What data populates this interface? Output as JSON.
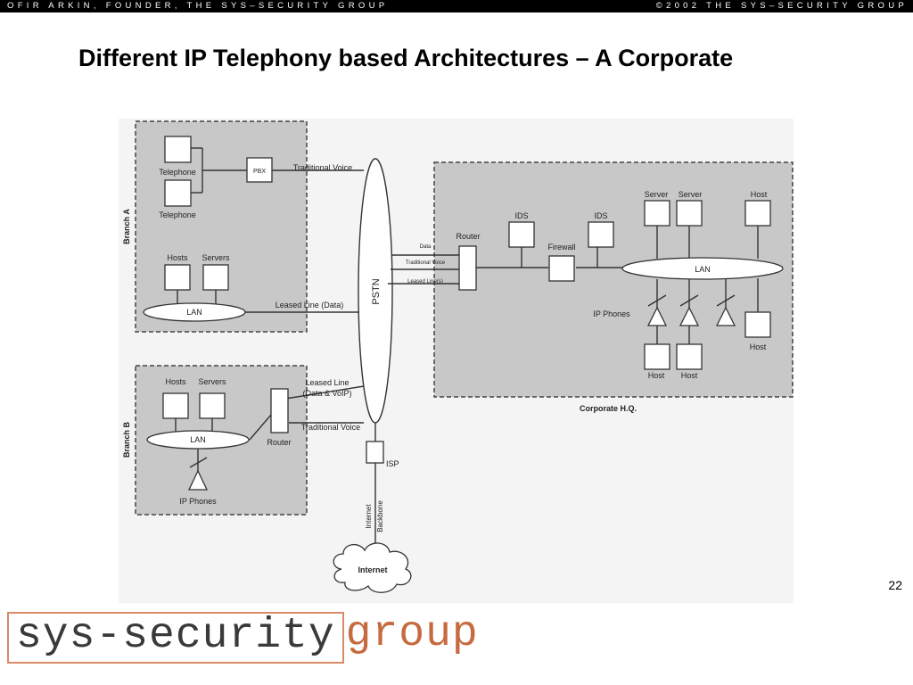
{
  "header": {
    "left_text": "OFIR ARKIN, FOUNDER, THE SYS–SECURITY GROUP",
    "right_text": "©2002 THE SYS–SECURITY GROUP"
  },
  "title": "Different IP Telephony based Architectures – A Corporate",
  "page_number": "22",
  "logo": {
    "part1": "sys-security",
    "part2": "group"
  },
  "colors": {
    "zone_fill": "#c8c8c8",
    "logo_border": "#d98a67",
    "logo_group": "#c66a40"
  },
  "diagram": {
    "branch_a": {
      "label": "Branch A",
      "telephone1": "Telephone",
      "telephone2": "Telephone",
      "pbx": "PBX",
      "hosts": "Hosts",
      "servers": "Servers",
      "lan": "LAN"
    },
    "branch_b": {
      "label": "Branch B",
      "hosts": "Hosts",
      "servers": "Servers",
      "lan": "LAN",
      "router": "Router",
      "ip_phones": "IP Phones"
    },
    "links": {
      "traditional_voice_a": "Traditional Voice",
      "leased_line_data": "Leased Line (Data)",
      "leased_line_b1": "Leased Line",
      "leased_line_b2": "(Data & VoIP)",
      "traditional_voice_b": "Traditional Voice"
    },
    "pstn": "PSTN",
    "isp": "ISP",
    "internet_backbone1": "Internet",
    "internet_backbone2": "Backbone",
    "internet": "Internet",
    "hq": {
      "label": "Corporate H.Q.",
      "router": "Router",
      "data": "Data",
      "traditional_voice": "Traditional Voice",
      "leased_lines": "Leased Line(s)",
      "ids1": "IDS",
      "ids2": "IDS",
      "firewall": "Firewall",
      "server1": "Server",
      "server2": "Server",
      "host_top": "Host",
      "lan": "LAN",
      "ip_phones": "IP Phones",
      "host1": "Host",
      "host2": "Host",
      "host_right": "Host"
    }
  }
}
